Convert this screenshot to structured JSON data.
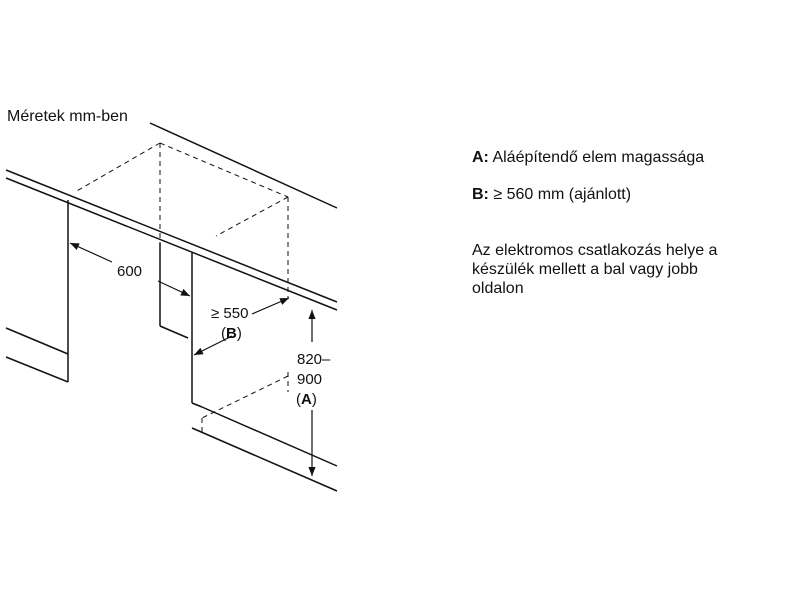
{
  "units_caption": "Méretek mm-ben",
  "dimensions": {
    "width_value": "600",
    "depth_value": "≥ 550",
    "depth_open": "(",
    "depth_key": "B",
    "depth_close": ")",
    "height_value_line1": "820–",
    "height_value_line2": "900",
    "height_open": "(",
    "height_key": "A",
    "height_close": ")"
  },
  "legend": {
    "a_key": "A:",
    "a_text": " Aláépítendő elem magassága",
    "b_key": "B:",
    "b_text": " ≥ 560 mm (ajánlott)"
  },
  "note": {
    "line1": "Az elektromos csatlakozás helye a",
    "line2": "készülék mellett a bal vagy jobb",
    "line3": "oldalon"
  }
}
